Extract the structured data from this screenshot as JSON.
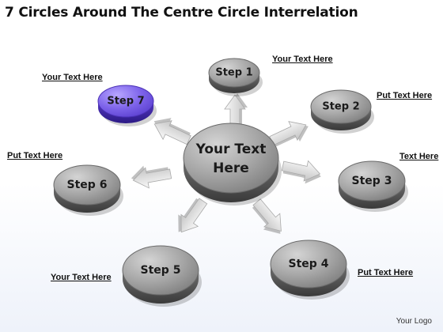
{
  "title": "7 Circles Around The Centre Circle Interrelation",
  "center": {
    "line1": "Your Text",
    "line2": "Here"
  },
  "steps": [
    {
      "label": "Step 1",
      "note": "Your Text Here"
    },
    {
      "label": "Step 2",
      "note": "Put Text Here"
    },
    {
      "label": "Step 3",
      "note": "Text Here"
    },
    {
      "label": "Step 4",
      "note": "Put Text Here"
    },
    {
      "label": "Step 5",
      "note": "Your Text Here"
    },
    {
      "label": "Step 6",
      "note": "Put Text Here"
    },
    {
      "label": "Step 7",
      "note": "Your Text Here"
    }
  ],
  "highlight_step": "Step 7",
  "colors": {
    "highlight": "#7b61e0",
    "disc": "#8a8a8a",
    "arrow": "#e6e6e6"
  },
  "logo": "Your Logo"
}
